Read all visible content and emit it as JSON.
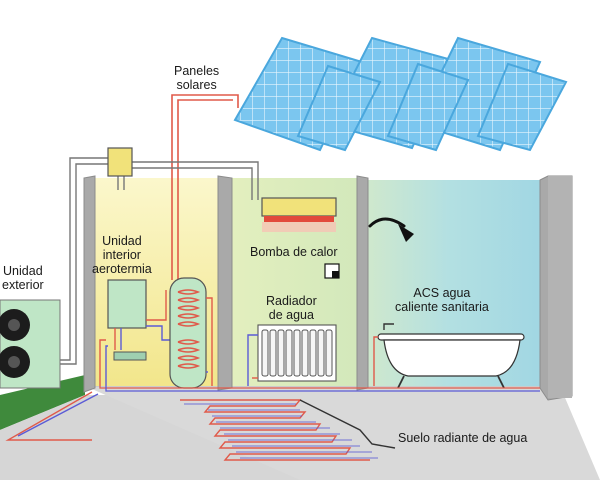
{
  "labels": {
    "paneles": [
      "Paneles",
      "solares"
    ],
    "unidad_exterior": [
      "Unidad",
      "exterior"
    ],
    "unidad_interior": [
      "Unidad",
      "interior",
      "aerotermia"
    ],
    "bomba_calor": "Bomba de calor",
    "radiador": [
      "Radiador",
      "de agua"
    ],
    "acs": [
      "ACS agua",
      "caliente sanitaria"
    ],
    "suelo": "Suelo radiante de agua"
  },
  "colors": {
    "yellow_room": "#f6efa2",
    "green_room": "#d9e9b2",
    "blue_room": "#a9dbe3",
    "wall": "#a8a8a8",
    "floor": "#d7d7d7",
    "hot_pipe": "#e05a4a",
    "cold_pipe": "#5b5bd6",
    "panel": "#6ec3ef",
    "unit_green": "#bfe6c6"
  }
}
